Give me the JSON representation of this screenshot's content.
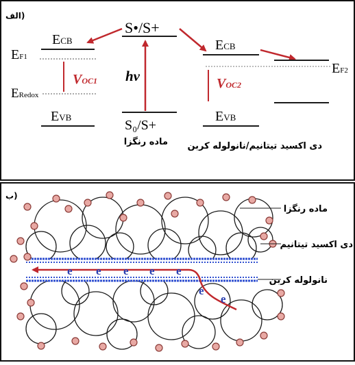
{
  "panel_a": {
    "tag": "الف)",
    "ecb_left_main": "E",
    "ecb_left_sub": "CB",
    "ef1_main": "E",
    "ef1_sub": "F1",
    "eredox_main": "E",
    "eredox_sub": "Redox",
    "evb_left_main": "E",
    "evb_left_sub": "VB",
    "voc1_main": "V",
    "voc1_sub": "OC1",
    "excited": "S•/S+",
    "hv": "hν",
    "ground": "S₀/S+",
    "dye_label": "ماده رنگزا",
    "ecb_right_main": "E",
    "ecb_right_sub": "CB",
    "voc2_main": "V",
    "voc2_sub": "OC2",
    "evb_right_main": "E",
    "evb_right_sub": "VB",
    "ef2_main": "E",
    "ef2_sub": "F2",
    "semiconductor_label": "دی اکسید تیتانیم/نانولوله کربن"
  },
  "panel_b": {
    "tag": "ب)",
    "label_dye": "ماده رنگزا",
    "label_tio2": "دی اکسید تیتانیم",
    "label_cnt": "نانولوله کربن",
    "electron_symbol": "e"
  },
  "colors": {
    "arrow_red": "#c0282d",
    "electron_blue": "#2a3fb0",
    "tube_blue": "#2f4fd0",
    "dye_fill": "#e8a9a4",
    "dye_stroke": "#8a3a36",
    "line_black": "#1a1a1a"
  }
}
